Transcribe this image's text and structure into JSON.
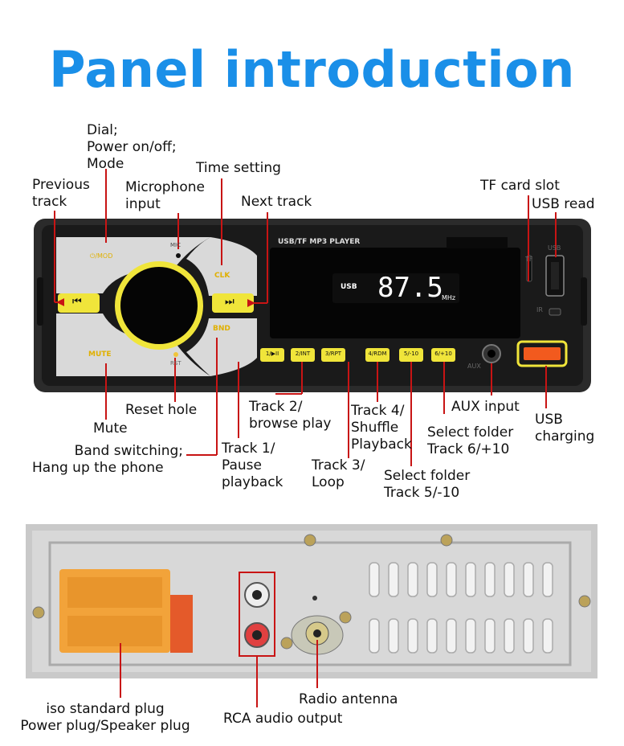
{
  "title": "Panel introduction",
  "front_panel": {
    "labels": {
      "dial": [
        "Dial;",
        "Power on/off;",
        "Mode"
      ],
      "previous_track": [
        "Previous",
        "track"
      ],
      "microphone": [
        "Microphone",
        "input"
      ],
      "time_setting": "Time setting",
      "next_track": "Next track",
      "tf_card_slot": "TF card slot",
      "usb_read": "USB read",
      "reset_hole": "Reset hole",
      "mute": "Mute",
      "band_switching": [
        "Band switching;",
        "Hang up the phone"
      ],
      "track1": [
        "Track 1/",
        "Pause",
        "playback"
      ],
      "track2": [
        "Track 2/",
        "browse play"
      ],
      "track3": [
        "Track 3/",
        "Loop"
      ],
      "track4": [
        "Track 4/",
        "Shuffle",
        "Playback"
      ],
      "track5": [
        "Select folder",
        "Track 5/-10"
      ],
      "track6": [
        "Select folder",
        "Track 6/+10"
      ],
      "aux_input": "AUX input",
      "usb_charging": [
        "USB",
        "charging"
      ]
    },
    "device": {
      "header_text": "USB/TF MP3 PLAYER",
      "display_source": "USB",
      "display_freq": "87.5",
      "display_unit": "MHz",
      "mode_key": "⏻/MOD",
      "mic_text": "MIC",
      "clk_key": "CLK",
      "bnd_key": "BND",
      "mute_key": "MUTE",
      "rst_text": "RST",
      "prev_key": "⏮",
      "next_key": "⏭",
      "buttons": [
        "1/▶II",
        "2/INT",
        "3/RPT",
        "4/RDM",
        "5/-10",
        "6/+10"
      ],
      "tf_text": "TF",
      "usb_text": "USB",
      "ir_text": "IR",
      "aux_text": "AUX"
    }
  },
  "rear_panel": {
    "labels": {
      "iso_plug": [
        "iso standard plug",
        "Power plug/Speaker plug"
      ],
      "radio_antenna": "Radio antenna",
      "rca_output": "RCA audio output"
    }
  },
  "colors": {
    "title": "#1a8fe8",
    "accent_yellow": "#f0e53a",
    "leader_red": "#c81414",
    "display_white": "#ffffff",
    "usb_charge_orange": "#f25a1e",
    "plug_orange": "#f2a33a"
  }
}
